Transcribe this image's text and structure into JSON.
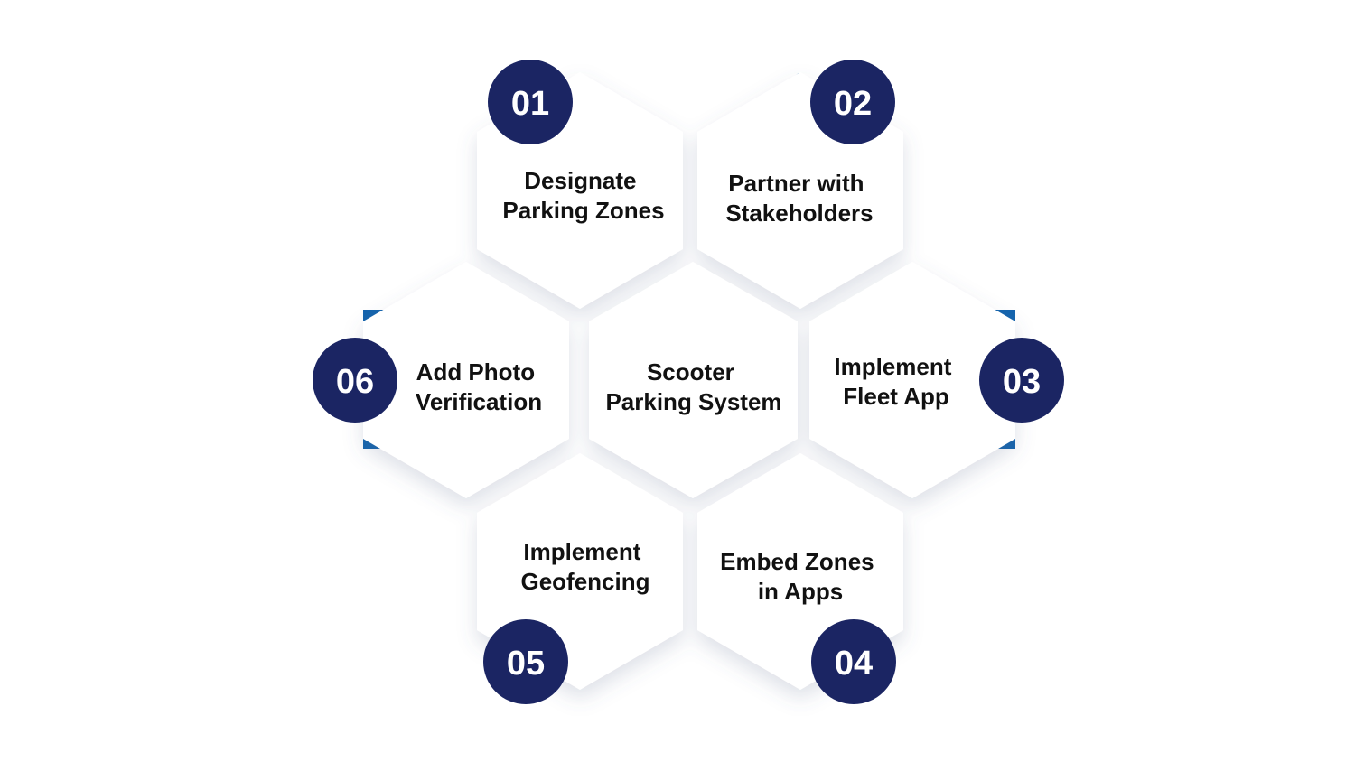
{
  "diagram": {
    "center": {
      "lines": [
        "Scooter",
        "Parking System"
      ]
    },
    "steps": [
      {
        "number": "01",
        "lines": [
          "Designate",
          "Parking Zones"
        ]
      },
      {
        "number": "02",
        "lines": [
          "Partner with",
          "Stakeholders"
        ]
      },
      {
        "number": "03",
        "lines": [
          "Implement",
          "Fleet App"
        ]
      },
      {
        "number": "04",
        "lines": [
          "Embed Zones",
          "in Apps"
        ]
      },
      {
        "number": "05",
        "lines": [
          "Implement",
          "Geofencing"
        ]
      },
      {
        "number": "06",
        "lines": [
          "Add Photo",
          "Verification"
        ]
      }
    ],
    "colors": {
      "badge": "#1b2563",
      "accent": "#1464ad",
      "text": "#111111",
      "badge_text": "#ffffff",
      "hexagon": "#ffffff"
    }
  }
}
